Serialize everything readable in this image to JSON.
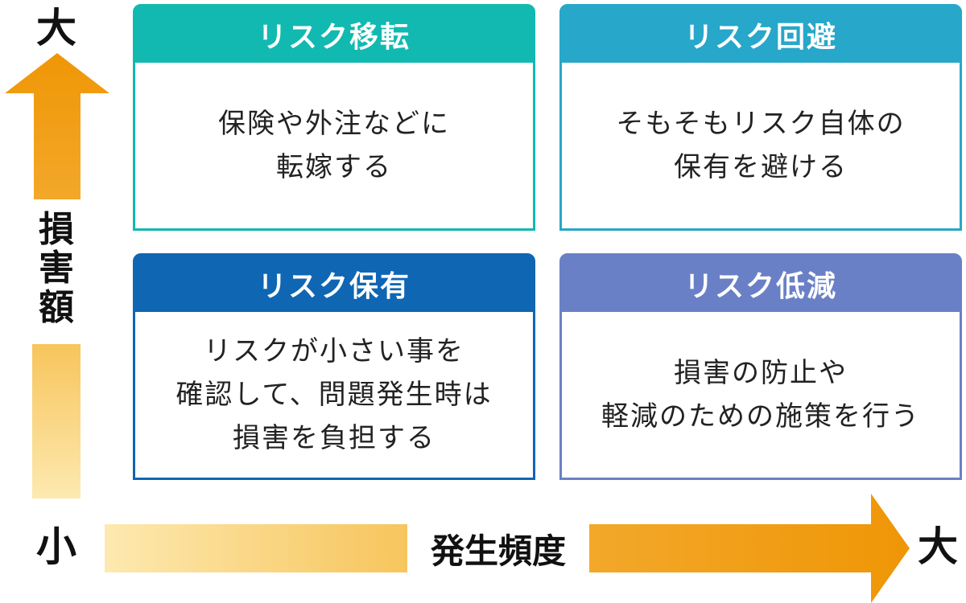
{
  "axis": {
    "y_top": "大",
    "y_title": [
      "損",
      "害",
      "額"
    ],
    "origin": "小",
    "x_title": "発生頻度",
    "x_right": "大"
  },
  "colors": {
    "transfer": "#11b9b1",
    "avoid": "#27a7c9",
    "retain": "#0f66b3",
    "reduce": "#6a80c6",
    "arrow_dark": "#ef9606",
    "arrow_light": "#fde9b0"
  },
  "quadrants": {
    "transfer": {
      "title": "リスク移転",
      "lines": [
        "保険や外注などに",
        "転嫁する"
      ]
    },
    "avoid": {
      "title": "リスク回避",
      "lines": [
        "そもそもリスク自体の",
        "保有を避ける"
      ]
    },
    "retain": {
      "title": "リスク保有",
      "lines": [
        "リスクが小さい事を",
        "確認して、問題発生時は",
        "損害を負担する"
      ]
    },
    "reduce": {
      "title": "リスク低減",
      "lines": [
        "損害の防止や",
        "軽減のための施策を行う"
      ]
    }
  }
}
